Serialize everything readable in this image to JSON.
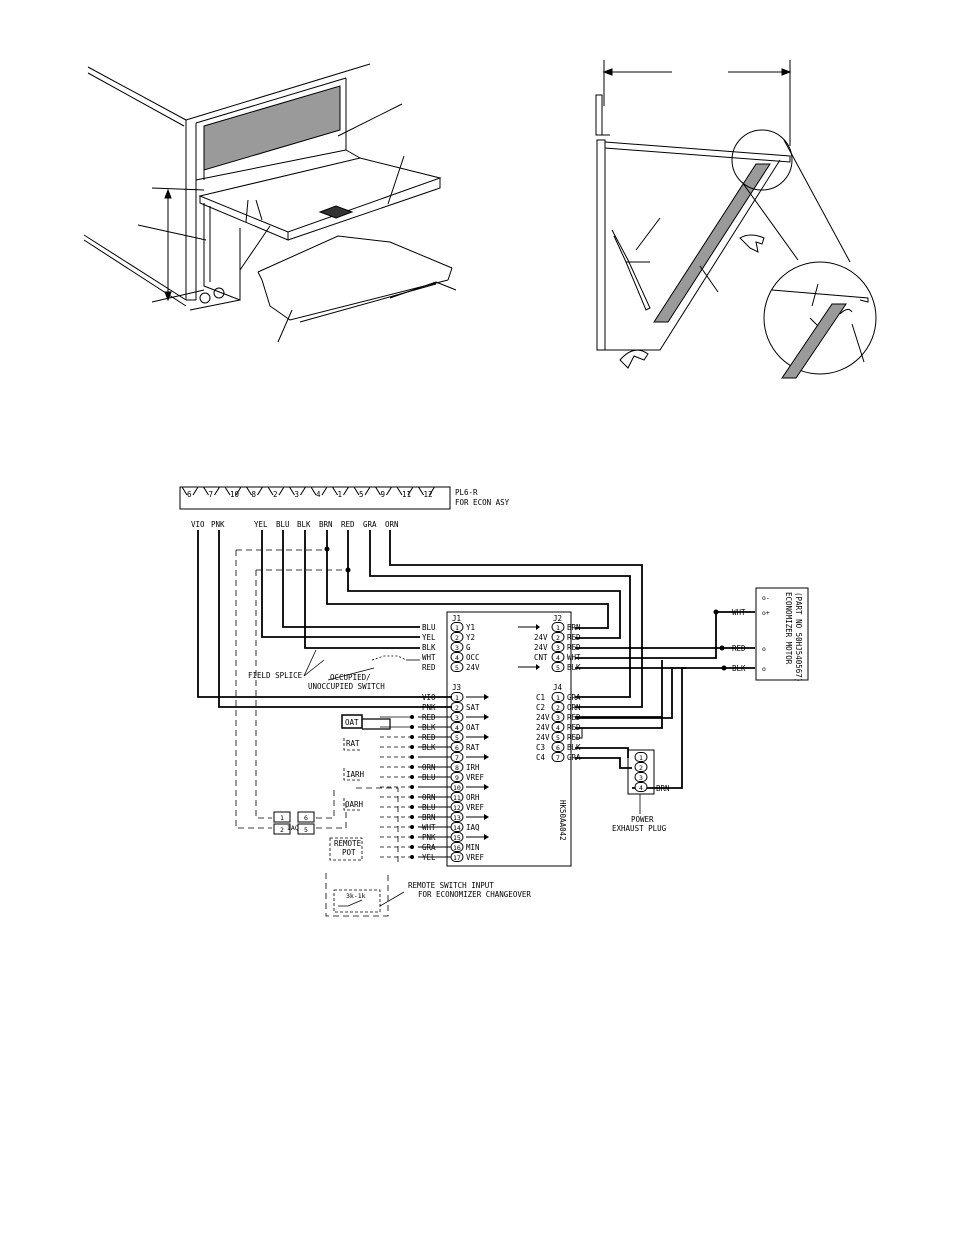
{
  "terminal_strip": {
    "numbers": [
      "6",
      "7",
      "10",
      "8",
      "2",
      "3",
      "4",
      "1",
      "5",
      "9",
      "11",
      "12"
    ],
    "label_line1": "PL6-R",
    "label_line2": "FOR ECON ASY",
    "wire_colors": [
      "VIO",
      "PNK",
      "YEL",
      "BLU",
      "BLK",
      "BRN",
      "RED",
      "GRA",
      "ORN"
    ]
  },
  "j1": {
    "title": "J1",
    "pins": [
      {
        "num": "1",
        "wire": "BLU",
        "name": "Y1"
      },
      {
        "num": "2",
        "wire": "YEL",
        "name": "Y2"
      },
      {
        "num": "3",
        "wire": "BLK",
        "name": "G"
      },
      {
        "num": "4",
        "wire": "WHT",
        "name": "OCC"
      },
      {
        "num": "5",
        "wire": "RED",
        "name": "24V"
      }
    ]
  },
  "j2": {
    "title": "J2",
    "pins": [
      {
        "num": "1",
        "wire": "BRN",
        "left": ""
      },
      {
        "num": "2",
        "wire": "RED",
        "left": "24V"
      },
      {
        "num": "3",
        "wire": "RED",
        "left": "24V"
      },
      {
        "num": "4",
        "wire": "WHT",
        "left": "CNT"
      },
      {
        "num": "5",
        "wire": "BLK",
        "left": ""
      }
    ]
  },
  "j3": {
    "title": "J3",
    "pins": [
      {
        "num": "1",
        "wire": "VIO",
        "name": "VIO"
      },
      {
        "num": "2",
        "wire": "PNK",
        "name": "SAT"
      },
      {
        "num": "3",
        "wire": "RED",
        "name": "+"
      },
      {
        "num": "4",
        "wire": "BLK",
        "name": "OAT"
      },
      {
        "num": "5",
        "wire": "RED",
        "name": "+"
      },
      {
        "num": "6",
        "wire": "BLK",
        "name": "RAT"
      },
      {
        "num": "7",
        "wire": "",
        "name": "+"
      },
      {
        "num": "8",
        "wire": "ORN",
        "name": "IRH"
      },
      {
        "num": "9",
        "wire": "BLU",
        "name": "VREF"
      },
      {
        "num": "10",
        "wire": "",
        "name": "+"
      },
      {
        "num": "11",
        "wire": "ORN",
        "name": "ORH"
      },
      {
        "num": "12",
        "wire": "BLU",
        "name": "VREF"
      },
      {
        "num": "13",
        "wire": "BRN",
        "name": "+"
      },
      {
        "num": "14",
        "wire": "WHT",
        "name": "IAQ"
      },
      {
        "num": "15",
        "wire": "PNK",
        "name": "+"
      },
      {
        "num": "16",
        "wire": "GRA",
        "name": "MIN"
      },
      {
        "num": "17",
        "wire": "YEL",
        "name": "VREF"
      }
    ]
  },
  "j4": {
    "title": "J4",
    "pins": [
      {
        "num": "1",
        "left": "C1",
        "wire": "GRA"
      },
      {
        "num": "2",
        "left": "C2",
        "wire": "ORN"
      },
      {
        "num": "3",
        "left": "24V",
        "wire": "RED"
      },
      {
        "num": "4",
        "left": "24V",
        "wire": "RED"
      },
      {
        "num": "5",
        "left": "24V",
        "wire": "RED"
      },
      {
        "num": "6",
        "left": "C3",
        "wire": "BLK"
      },
      {
        "num": "7",
        "left": "C4",
        "wire": "GRA"
      }
    ]
  },
  "board_part": "HK50AA042",
  "motor": {
    "wires": [
      "WHT",
      "RED",
      "BLK"
    ],
    "terminals": [
      "o-",
      "o+",
      "o",
      ""
    ],
    "label": "ECONOMIZER MOTOR",
    "part": "(PART NO 50HJ540567)"
  },
  "power_exhaust": {
    "pins": [
      "1",
      "2",
      "3",
      "4"
    ],
    "wire": "BRN",
    "label_line1": "POWER",
    "label_line2": "EXHAUST PLUG"
  },
  "sensors": {
    "oat": "OAT",
    "rat": "RAT",
    "iarh": "IARH",
    "oarh": "OARH",
    "iaq": "IAQ",
    "iaq_pins": [
      "1",
      "2",
      "5",
      "6"
    ],
    "remote_pot_line1": "REMOTE",
    "remote_pot_line2": "POT"
  },
  "labels": {
    "field_splice": "FIELD SPLICE",
    "occ_switch_line1": "OCCUPIED/",
    "occ_switch_line2": "UNOCCUPIED SWITCH",
    "remote_switch_line1": "REMOTE SWITCH INPUT",
    "remote_switch_line2": "FOR ECONOMIZER CHANGEOVER",
    "remote_switch_value": "3k-1k"
  }
}
